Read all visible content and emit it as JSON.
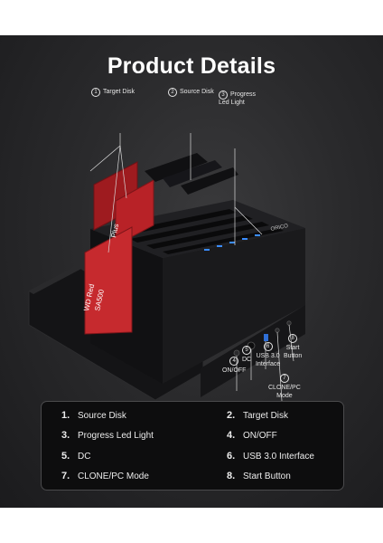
{
  "title": "Product Details",
  "callouts": [
    {
      "number": "1",
      "label": "Target Disk"
    },
    {
      "number": "2",
      "label": "Source Disk"
    },
    {
      "number": "3",
      "label": "Progress\nLed Light"
    },
    {
      "number": "4",
      "label": "ON/OFF"
    },
    {
      "number": "5",
      "label": "DC"
    },
    {
      "number": "6",
      "label": "USB 3.0\nInterface"
    },
    {
      "number": "7",
      "label": "CLONE/PC\nMode"
    },
    {
      "number": "8",
      "label": "Start\nButton"
    }
  ],
  "legend": [
    {
      "number": "1.",
      "label": "Source Disk"
    },
    {
      "number": "2.",
      "label": "Target Disk"
    },
    {
      "number": "3.",
      "label": "Progress Led Light"
    },
    {
      "number": "4.",
      "label": "ON/OFF"
    },
    {
      "number": "5.",
      "label": "DC"
    },
    {
      "number": "6.",
      "label": "USB 3.0 Interface"
    },
    {
      "number": "7.",
      "label": "CLONE/PC Mode"
    },
    {
      "number": "8.",
      "label": "Start Button"
    }
  ],
  "device": {
    "brand": "ORICO",
    "disk_text_1": "WD Red",
    "disk_text_2": "SA500",
    "disk_text_3": "Plus"
  }
}
